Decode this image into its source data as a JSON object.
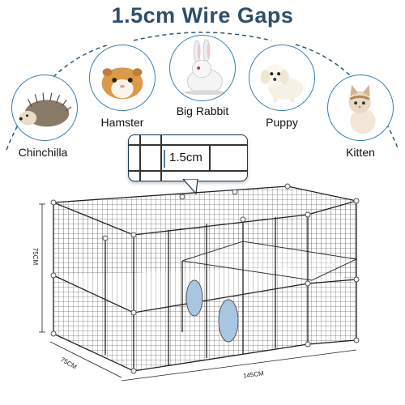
{
  "title": "1.5cm Wire Gaps",
  "pets": [
    {
      "name": "Chinchilla",
      "icon": "hedgehog-icon"
    },
    {
      "name": "Hamster",
      "icon": "guinea-pig-icon"
    },
    {
      "name": "Big Rabbit",
      "icon": "rabbit-icon"
    },
    {
      "name": "Puppy",
      "icon": "puppy-icon"
    },
    {
      "name": "Kitten",
      "icon": "kitten-icon"
    }
  ],
  "gap_label": "1.5cm",
  "dimensions": {
    "height": "75CM",
    "depth": "75CM",
    "width": "145CM"
  },
  "colors": {
    "title": "#2f4f66",
    "circle_border": "#3b7fb0",
    "cage_wire": "#333333",
    "door": "#a8c6e0"
  }
}
